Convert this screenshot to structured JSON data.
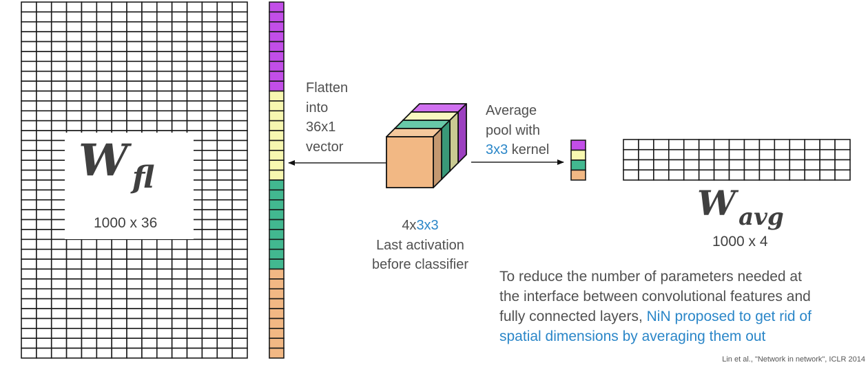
{
  "wfl": {
    "symbol": "W",
    "subscript": "fl",
    "dims": "1000 x 36",
    "rows": 36,
    "cols": 15
  },
  "flat_vector": {
    "cells": 36,
    "segments": [
      {
        "name": "purple",
        "count": 9,
        "color": "#c24ee8"
      },
      {
        "name": "yellow",
        "count": 9,
        "color": "#f7f7b0"
      },
      {
        "name": "green",
        "count": 9,
        "color": "#42b890"
      },
      {
        "name": "orange",
        "count": 9,
        "color": "#f2b884"
      }
    ]
  },
  "flatten_label": [
    "Flatten",
    "into",
    "36x1",
    "vector"
  ],
  "activation": {
    "dims_prefix": "4x",
    "dims_highlight": "3x3",
    "line2": "Last activation",
    "line3": "before classifier",
    "layers": [
      {
        "name": "purple",
        "front": "#c24ee8",
        "top": "#d070f0",
        "side": "#9c40c0"
      },
      {
        "name": "yellow",
        "front": "#f7f7b0",
        "top": "#f8f8c0",
        "side": "#caca92"
      },
      {
        "name": "green",
        "front": "#42b890",
        "top": "#68c8a8",
        "side": "#3a9878"
      },
      {
        "name": "orange",
        "front": "#f2b884",
        "top": "#f5c89c",
        "side": "#c49870"
      }
    ]
  },
  "avgpool_label": {
    "line1": "Average",
    "line2": "pool with",
    "kernel_highlight": "3x3",
    "kernel_suffix": " kernel"
  },
  "pooled_vector": {
    "cells": 4,
    "colors": [
      "#c24ee8",
      "#f7f7b0",
      "#42b890",
      "#f2b884"
    ]
  },
  "wavg": {
    "symbol": "W",
    "subscript": "avg",
    "dims": "1000 x 4",
    "rows": 4,
    "cols": 15
  },
  "description": {
    "plain": "To reduce the number of parameters needed at the interface between convolutional features and fully connected layers, ",
    "highlight": "NiN proposed to get rid of spatial dimensions by averaging them out",
    "lines": [
      {
        "plain": "To reduce the number of parameters needed at",
        "highlight": ""
      },
      {
        "plain": "the interface between convolutional features and",
        "highlight": ""
      },
      {
        "plain": "fully connected layers, ",
        "highlight": "NiN proposed to get rid of"
      },
      {
        "plain": "",
        "highlight": "spatial dimensions by averaging them out"
      }
    ]
  },
  "citation": "Lin et al., \"Network in network\", ICLR 2014",
  "colors": {
    "accent_blue": "#2a86c8",
    "text": "#505050",
    "grid_line": "#222222"
  }
}
